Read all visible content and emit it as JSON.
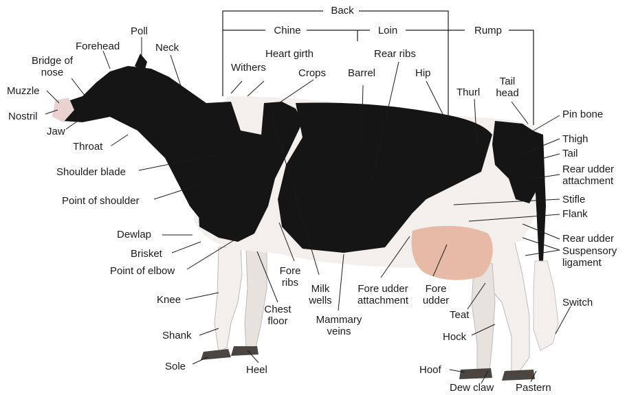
{
  "diagram": {
    "colors": {
      "coat_black": "#151515",
      "coat_white": "#f3efec",
      "udder_pink": "#e7b9a7",
      "hoof": "#4a4540",
      "line": "#1a1a1a"
    },
    "brackets": {
      "back": "Back",
      "chine": "Chine",
      "loin": "Loin",
      "rump": "Rump"
    },
    "labels": {
      "poll": "Poll",
      "forehead": "Forehead",
      "neck": "Neck",
      "bridge_of_nose_1": "Bridge of",
      "bridge_of_nose_2": "nose",
      "muzzle": "Muzzle",
      "nostril": "Nostril",
      "jaw": "Jaw",
      "throat": "Throat",
      "shoulder_blade": "Shoulder blade",
      "point_of_shoulder": "Point of shoulder",
      "dewlap": "Dewlap",
      "brisket": "Brisket",
      "point_of_elbow": "Point of elbow",
      "knee": "Knee",
      "shank": "Shank",
      "sole": "Sole",
      "heel": "Heel",
      "chest_floor_1": "Chest",
      "chest_floor_2": "floor",
      "fore_ribs_1": "Fore",
      "fore_ribs_2": "ribs",
      "milk_wells_1": "Milk",
      "milk_wells_2": "wells",
      "mammary_veins_1": "Mammary",
      "mammary_veins_2": "veins",
      "fore_udder_attachment_1": "Fore udder",
      "fore_udder_attachment_2": "attachment",
      "fore_udder_1": "Fore",
      "fore_udder_2": "udder",
      "withers": "Withers",
      "heart_girth": "Heart girth",
      "crops": "Crops",
      "barrel": "Barrel",
      "rear_ribs": "Rear ribs",
      "hip": "Hip",
      "thurl": "Thurl",
      "tail_head_1": "Tail",
      "tail_head_2": "head",
      "pin_bone": "Pin bone",
      "thigh": "Thigh",
      "tail": "Tail",
      "rear_udder_attachment_1": "Rear udder",
      "rear_udder_attachment_2": "attachment",
      "stifle": "Stifle",
      "flank": "Flank",
      "rear_udder": "Rear udder",
      "suspensory_ligament_1": "Suspensory",
      "suspensory_ligament_2": "ligament",
      "switch": "Switch",
      "teat": "Teat",
      "hock": "Hock",
      "hoof": "Hoof",
      "dew_claw": "Dew claw",
      "pastern": "Pastern"
    }
  }
}
